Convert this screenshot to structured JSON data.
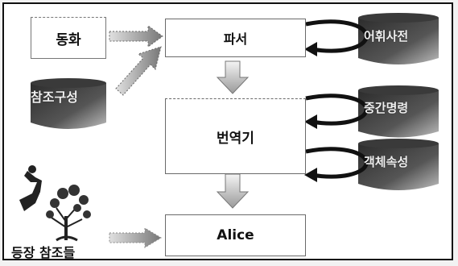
{
  "nodes": {
    "fairy_tale": "동화",
    "parser": "파서",
    "reference_composition": "참조구성",
    "lexicon": "어휘사전",
    "translator": "번역기",
    "intermediate": "중간명령",
    "object_attributes": "객체속성",
    "alice": "Alice",
    "character_refs": "등장 참조들"
  }
}
